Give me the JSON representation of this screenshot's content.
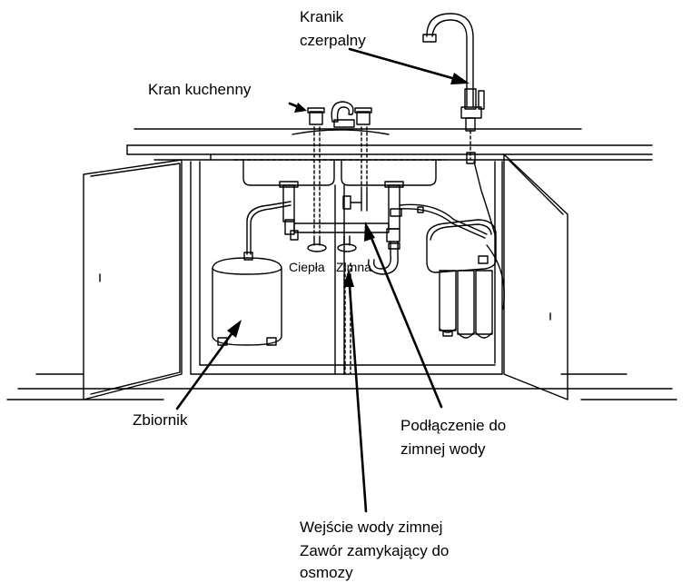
{
  "labels": {
    "faucet": [
      "Kranik",
      "czerpalny"
    ],
    "kitchen_tap": "Kran kuchenny",
    "hot": "Ciepła",
    "cold": "Zimna",
    "tank": "Zbiornik",
    "cold_connection": [
      "Podłączenie do",
      "zimnej wody"
    ],
    "inlet_valve": [
      "Wejście wody zimnej",
      "Zawór zamykający do",
      "osmozy"
    ]
  },
  "colors": {
    "line": "#000000",
    "background": "#ffffff"
  }
}
